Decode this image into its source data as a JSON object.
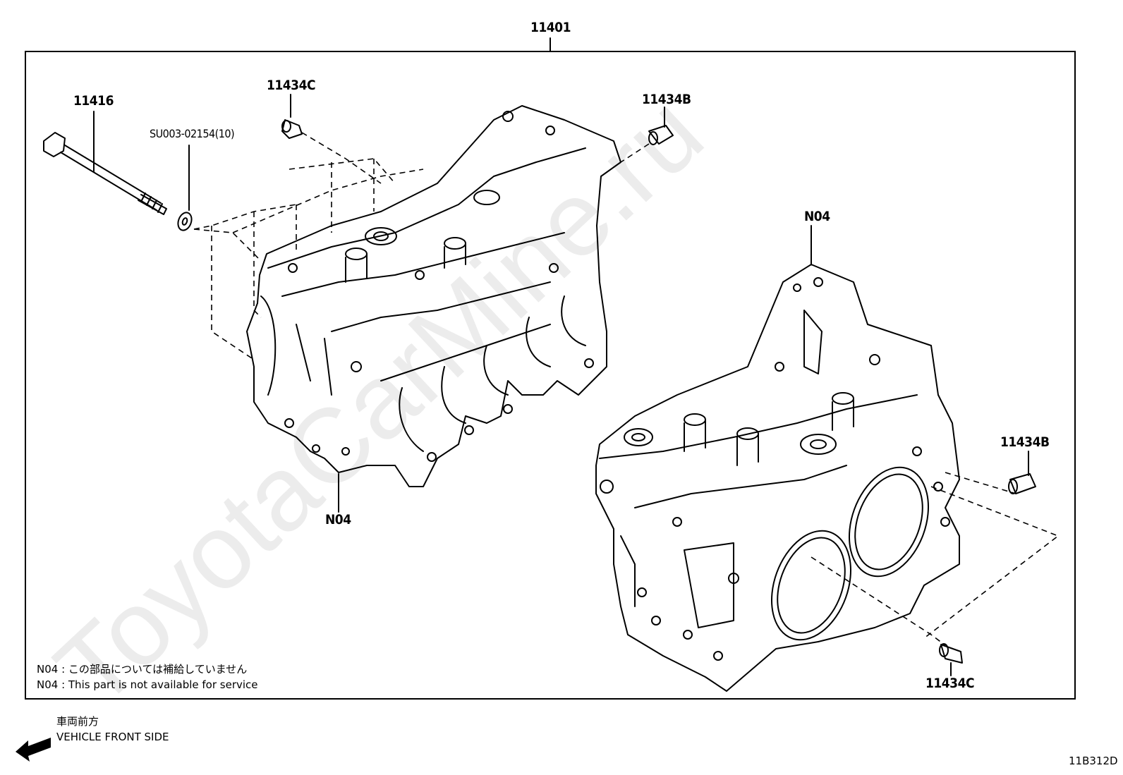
{
  "labels": {
    "assembly": "11401",
    "bolt": "11416",
    "washer": "SU003-02154(10)",
    "pin_c_top": "11434C",
    "pin_b_top": "11434B",
    "n04_right": "N04",
    "n04_left": "N04",
    "pin_b_right": "11434B",
    "pin_c_bottom": "11434C"
  },
  "notes": {
    "jp": "N04 : この部品については補給していません",
    "en": "N04 : This part is not available for service"
  },
  "direction": {
    "jp": "車両前方",
    "en": "VEHICLE FRONT SIDE"
  },
  "diagram_code": "11B312D",
  "watermark": "ToyotaCarMine.ru",
  "colors": {
    "line": "#000000",
    "watermark": "#e6e6e6"
  },
  "icons": {
    "arrow": "front-arrow-icon"
  }
}
